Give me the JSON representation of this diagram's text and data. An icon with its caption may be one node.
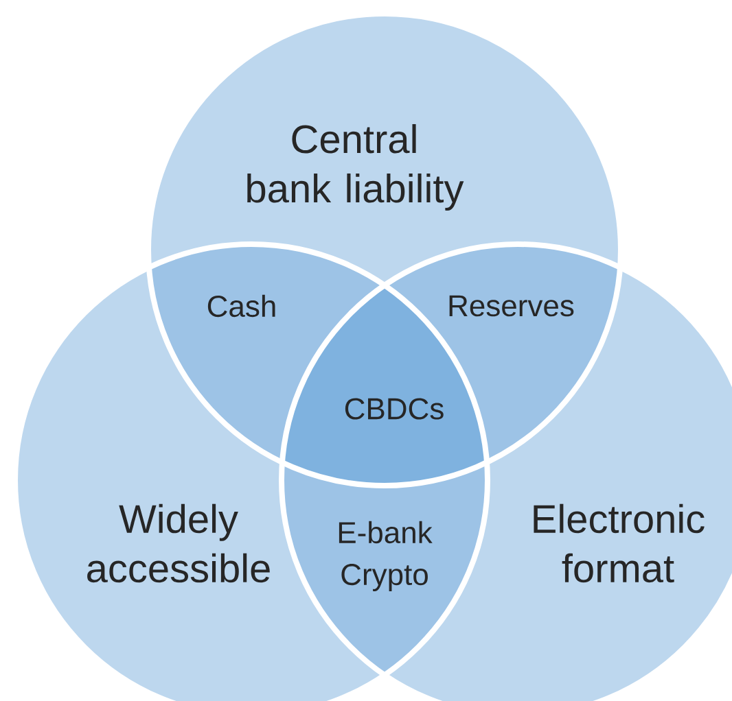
{
  "diagram": {
    "nodes": [
      {
        "text": [
          "Central bank liability"
        ]
      },
      {
        "text": [
          "Widely accessible"
        ]
      },
      {
        "text": [
          "Electronic format"
        ]
      }
    ],
    "labels": [
      "Cash",
      "Reserves",
      "CBDCs",
      "E-bank",
      "Crypto"
    ]
  }
}
